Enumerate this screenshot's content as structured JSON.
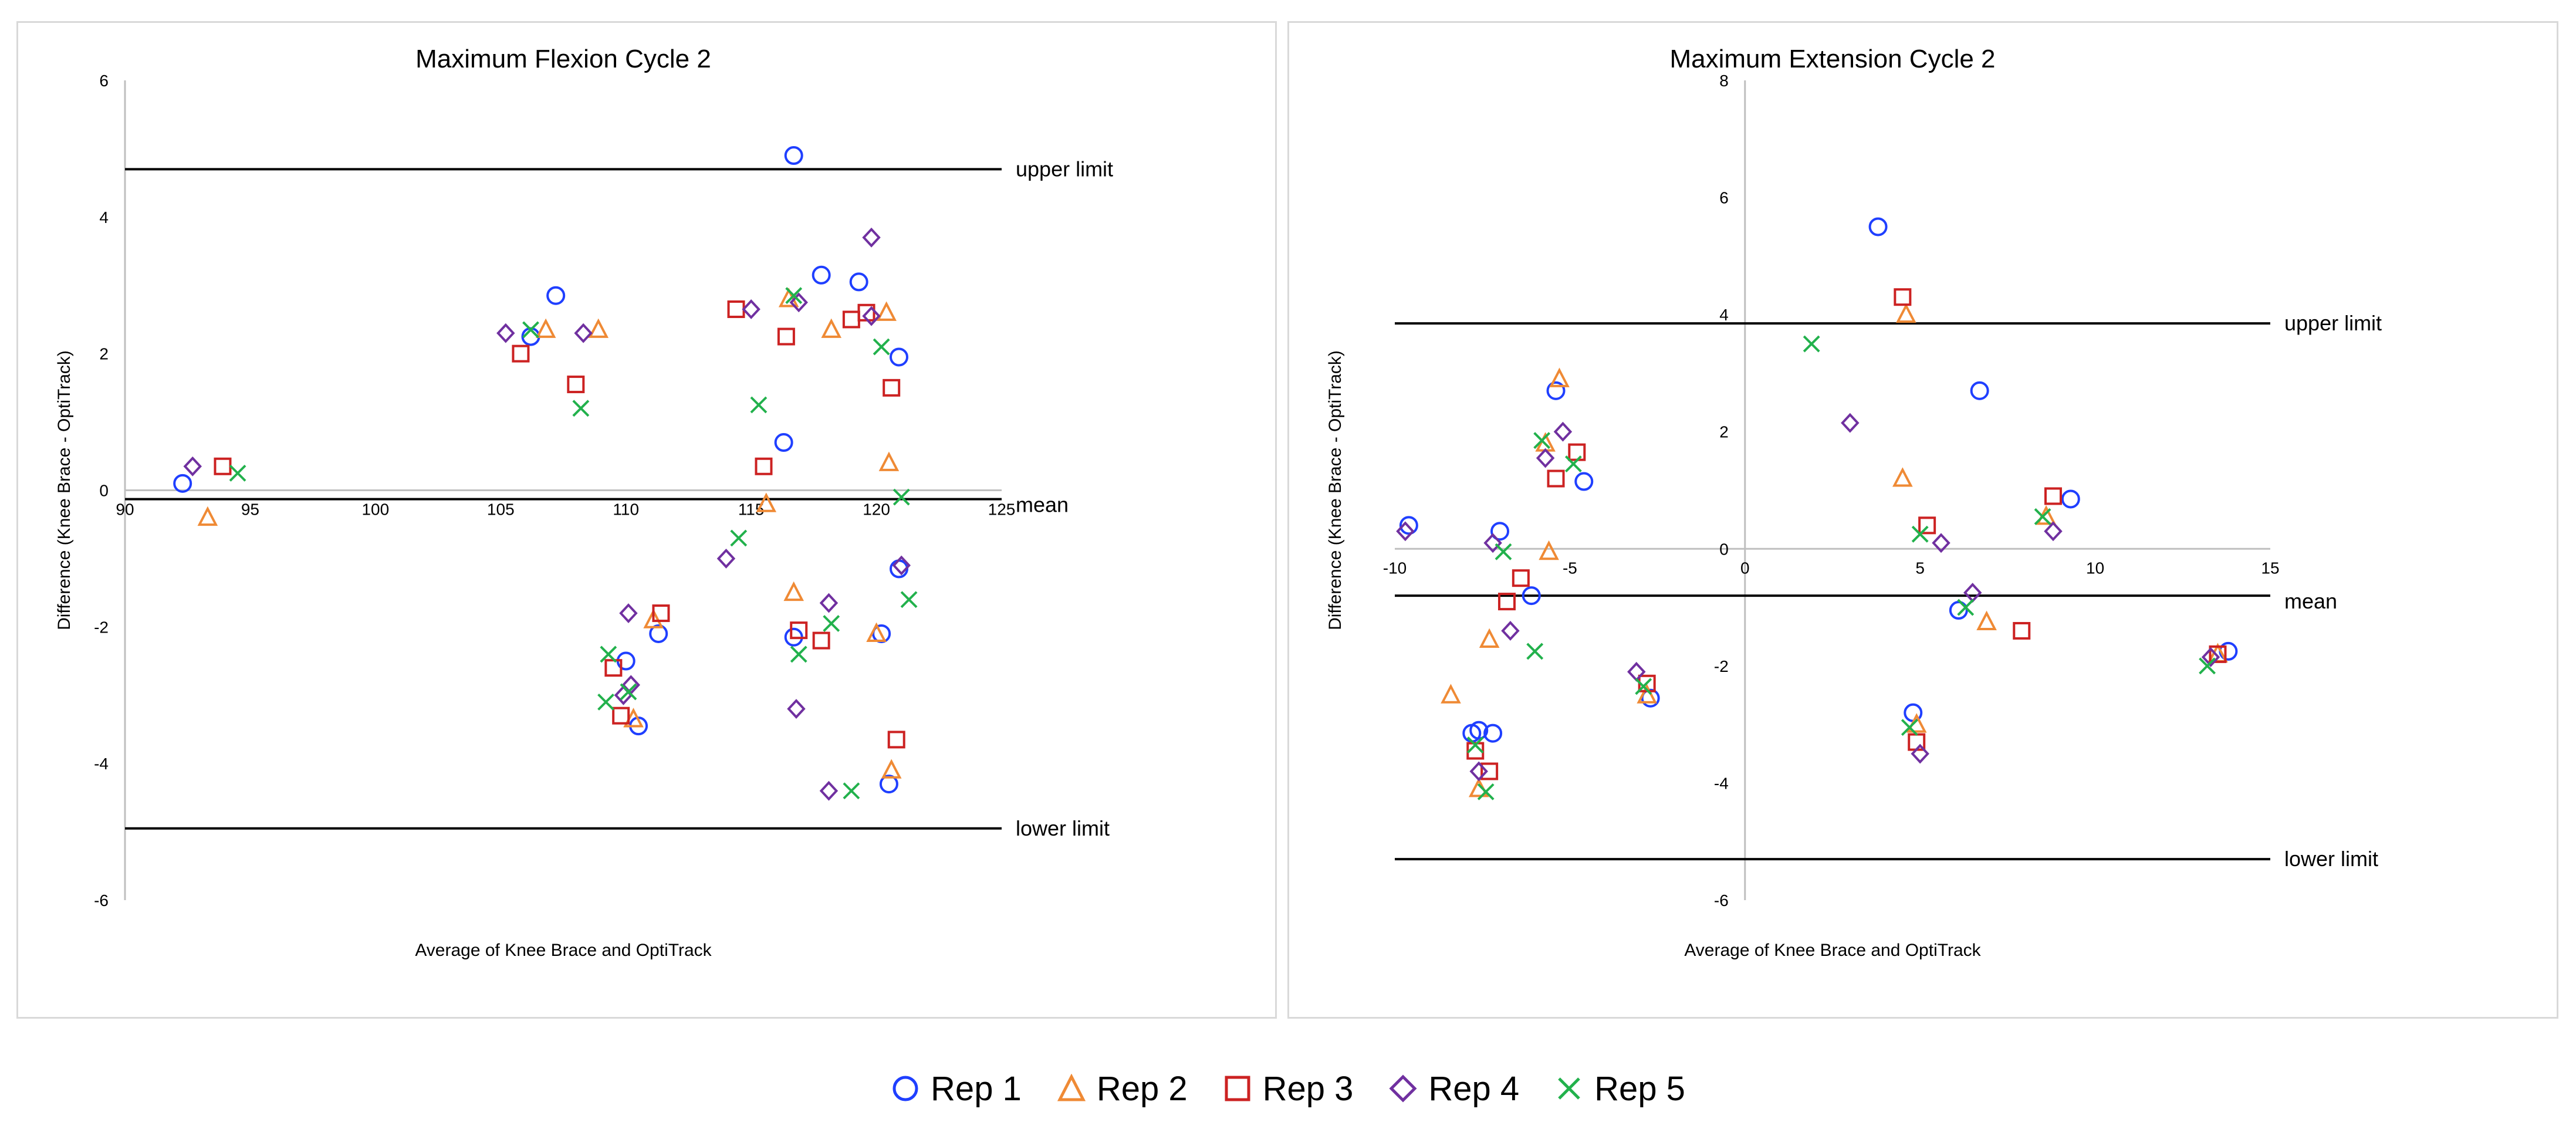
{
  "colors": {
    "Rep 1": "#1f3fff",
    "Rep 2": "#ef8a35",
    "Rep 3": "#cc2222",
    "Rep 4": "#7030a0",
    "Rep 5": "#22b14c",
    "axis": "#bfbfbf",
    "limit_line": "#000000"
  },
  "legend": {
    "items": [
      {
        "label": "Rep 1",
        "marker": "circle-icon"
      },
      {
        "label": "Rep 2",
        "marker": "triangle-icon"
      },
      {
        "label": "Rep 3",
        "marker": "square-icon"
      },
      {
        "label": "Rep 4",
        "marker": "diamond-icon"
      },
      {
        "label": "Rep 5",
        "marker": "cross-icon"
      }
    ]
  },
  "chart_data": [
    {
      "type": "scatter",
      "title": "Maximum Flexion Cycle 2",
      "xlabel": "Average of Knee Brace and OptiTrack",
      "ylabel": "Difference (Knee Brace - OptiTrack)",
      "xlim": [
        90,
        125
      ],
      "ylim": [
        -6,
        6
      ],
      "xticks": [
        90,
        95,
        100,
        105,
        110,
        115,
        120,
        125
      ],
      "yticks": [
        -6,
        -4,
        -2,
        0,
        2,
        4,
        6
      ],
      "grid": false,
      "reference_lines": [
        {
          "label": "upper limit",
          "y": 4.7
        },
        {
          "label": "mean",
          "y": -0.13
        },
        {
          "label": "lower limit",
          "y": -4.95
        }
      ],
      "series": [
        {
          "name": "Rep 1",
          "marker": "circle",
          "points": [
            [
              92.3,
              0.1
            ],
            [
              106.2,
              2.25
            ],
            [
              107.2,
              2.85
            ],
            [
              110.0,
              -2.5
            ],
            [
              110.5,
              -3.45
            ],
            [
              111.3,
              -2.1
            ],
            [
              116.3,
              0.7
            ],
            [
              116.7,
              4.9
            ],
            [
              116.7,
              -2.15
            ],
            [
              117.8,
              3.15
            ],
            [
              119.3,
              3.05
            ],
            [
              120.2,
              -2.1
            ],
            [
              120.5,
              -4.3
            ],
            [
              120.9,
              1.95
            ],
            [
              120.9,
              -1.15
            ]
          ]
        },
        {
          "name": "Rep 2",
          "marker": "triangle",
          "points": [
            [
              93.3,
              -0.4
            ],
            [
              106.8,
              2.35
            ],
            [
              108.9,
              2.35
            ],
            [
              110.3,
              -3.35
            ],
            [
              111.1,
              -1.9
            ],
            [
              115.6,
              -0.2
            ],
            [
              116.5,
              2.8
            ],
            [
              116.7,
              -1.5
            ],
            [
              118.2,
              2.35
            ],
            [
              120.0,
              -2.1
            ],
            [
              120.4,
              2.6
            ],
            [
              120.5,
              0.4
            ],
            [
              120.6,
              -4.1
            ]
          ]
        },
        {
          "name": "Rep 3",
          "marker": "square",
          "points": [
            [
              93.9,
              0.35
            ],
            [
              105.8,
              2.0
            ],
            [
              108.0,
              1.55
            ],
            [
              109.5,
              -2.6
            ],
            [
              109.8,
              -3.3
            ],
            [
              111.4,
              -1.8
            ],
            [
              114.4,
              2.65
            ],
            [
              115.5,
              0.35
            ],
            [
              116.4,
              2.25
            ],
            [
              116.9,
              -2.05
            ],
            [
              117.8,
              -2.2
            ],
            [
              119.0,
              2.5
            ],
            [
              119.6,
              2.6
            ],
            [
              120.6,
              1.5
            ],
            [
              120.8,
              -3.65
            ]
          ]
        },
        {
          "name": "Rep 4",
          "marker": "diamond",
          "points": [
            [
              92.7,
              0.35
            ],
            [
              105.2,
              2.3
            ],
            [
              108.3,
              2.3
            ],
            [
              109.9,
              -3.0
            ],
            [
              110.1,
              -1.8
            ],
            [
              110.2,
              -2.85
            ],
            [
              114.0,
              -1.0
            ],
            [
              115.0,
              2.65
            ],
            [
              116.8,
              -3.2
            ],
            [
              116.9,
              2.75
            ],
            [
              118.1,
              -4.4
            ],
            [
              118.1,
              -1.65
            ],
            [
              119.8,
              3.7
            ],
            [
              119.8,
              2.55
            ],
            [
              121.0,
              -1.1
            ]
          ]
        },
        {
          "name": "Rep 5",
          "marker": "cross",
          "points": [
            [
              94.5,
              0.25
            ],
            [
              106.2,
              2.35
            ],
            [
              108.2,
              1.2
            ],
            [
              109.2,
              -3.1
            ],
            [
              109.3,
              -2.4
            ],
            [
              110.1,
              -2.95
            ],
            [
              114.5,
              -0.7
            ],
            [
              115.3,
              1.25
            ],
            [
              116.7,
              2.85
            ],
            [
              116.9,
              -2.4
            ],
            [
              118.2,
              -1.95
            ],
            [
              119.0,
              -4.4
            ],
            [
              120.2,
              2.1
            ],
            [
              121.0,
              -0.1
            ],
            [
              121.3,
              -1.6
            ]
          ]
        }
      ]
    },
    {
      "type": "scatter",
      "title": "Maximum Extension Cycle 2",
      "xlabel": "Average of Knee Brace and OptiTrack",
      "ylabel": "Difference (Knee Brace - OptiTrack)",
      "xlim": [
        -10,
        15
      ],
      "ylim": [
        -6,
        8
      ],
      "xticks": [
        -10,
        -5,
        0,
        5,
        10,
        15
      ],
      "yticks": [
        -6,
        -4,
        -2,
        0,
        2,
        4,
        6,
        8
      ],
      "grid": false,
      "reference_lines": [
        {
          "label": "upper limit",
          "y": 3.85
        },
        {
          "label": "mean",
          "y": -0.8
        },
        {
          "label": "lower limit",
          "y": -5.3
        }
      ],
      "series": [
        {
          "name": "Rep 1",
          "marker": "circle",
          "points": [
            [
              -9.6,
              0.4
            ],
            [
              -7.8,
              -3.15
            ],
            [
              -7.6,
              -3.1
            ],
            [
              -7.2,
              -3.15
            ],
            [
              -7.0,
              0.3
            ],
            [
              -6.1,
              -0.8
            ],
            [
              -5.4,
              2.7
            ],
            [
              -4.6,
              1.15
            ],
            [
              -2.7,
              -2.55
            ],
            [
              3.8,
              5.5
            ],
            [
              4.8,
              -2.8
            ],
            [
              6.1,
              -1.05
            ],
            [
              6.7,
              2.7
            ],
            [
              9.3,
              0.85
            ],
            [
              13.8,
              -1.75
            ]
          ]
        },
        {
          "name": "Rep 2",
          "marker": "triangle",
          "points": [
            [
              -8.4,
              -2.5
            ],
            [
              -7.6,
              -4.1
            ],
            [
              -7.3,
              -1.55
            ],
            [
              -5.7,
              1.8
            ],
            [
              -5.6,
              -0.05
            ],
            [
              -5.3,
              2.9
            ],
            [
              -2.8,
              -2.5
            ],
            [
              4.5,
              1.2
            ],
            [
              4.6,
              4.0
            ],
            [
              4.9,
              -3.0
            ],
            [
              6.9,
              -1.25
            ],
            [
              8.6,
              0.55
            ],
            [
              13.5,
              -1.8
            ]
          ]
        },
        {
          "name": "Rep 3",
          "marker": "square",
          "points": [
            [
              -7.7,
              -3.45
            ],
            [
              -7.3,
              -3.8
            ],
            [
              -6.8,
              -0.9
            ],
            [
              -6.4,
              -0.5
            ],
            [
              -5.4,
              1.2
            ],
            [
              -4.8,
              1.65
            ],
            [
              -2.8,
              -2.3
            ],
            [
              4.5,
              4.3
            ],
            [
              4.9,
              -3.3
            ],
            [
              5.2,
              0.4
            ],
            [
              7.9,
              -1.4
            ],
            [
              8.8,
              0.9
            ],
            [
              13.5,
              -1.8
            ]
          ]
        },
        {
          "name": "Rep 4",
          "marker": "diamond",
          "points": [
            [
              -9.7,
              0.3
            ],
            [
              -7.6,
              -3.8
            ],
            [
              -7.2,
              0.1
            ],
            [
              -6.7,
              -1.4
            ],
            [
              -5.7,
              1.55
            ],
            [
              -5.2,
              2.0
            ],
            [
              -3.1,
              -2.1
            ],
            [
              3.0,
              2.15
            ],
            [
              5.0,
              -3.5
            ],
            [
              5.6,
              0.1
            ],
            [
              6.5,
              -0.75
            ],
            [
              8.8,
              0.3
            ],
            [
              13.3,
              -1.85
            ]
          ]
        },
        {
          "name": "Rep 5",
          "marker": "cross",
          "points": [
            [
              -7.7,
              -3.35
            ],
            [
              -7.4,
              -4.15
            ],
            [
              -6.9,
              -0.05
            ],
            [
              -6.0,
              -1.75
            ],
            [
              -5.8,
              1.85
            ],
            [
              -4.9,
              1.45
            ],
            [
              -2.9,
              -2.35
            ],
            [
              1.9,
              3.5
            ],
            [
              4.7,
              -3.05
            ],
            [
              5.0,
              0.25
            ],
            [
              6.3,
              -1.0
            ],
            [
              8.5,
              0.55
            ],
            [
              13.2,
              -2.0
            ]
          ]
        }
      ]
    }
  ]
}
